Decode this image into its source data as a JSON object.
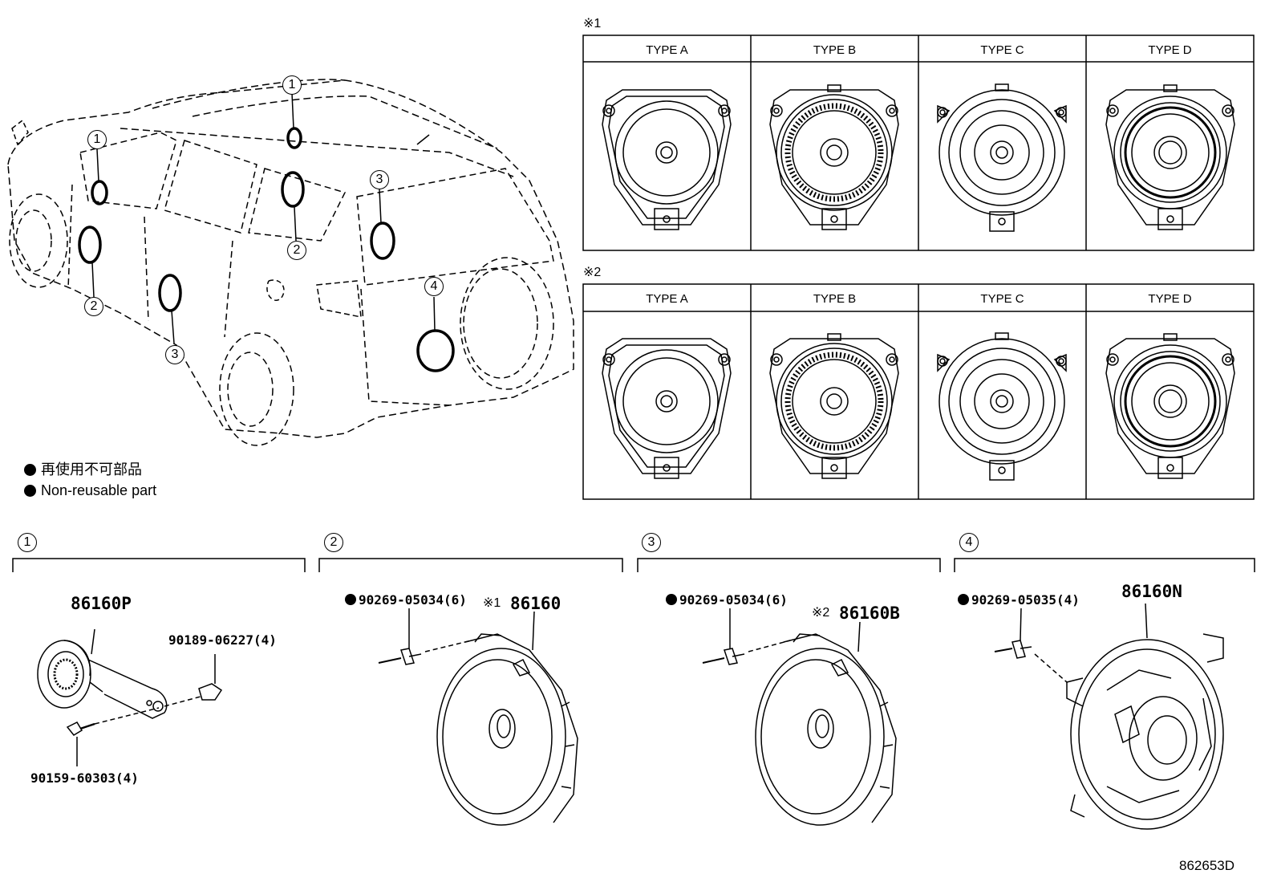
{
  "type_table_1": {
    "marker": "※1",
    "headers": [
      "TYPE A",
      "TYPE B",
      "TYPE C",
      "TYPE D"
    ]
  },
  "type_table_2": {
    "marker": "※2",
    "headers": [
      "TYPE A",
      "TYPE B",
      "TYPE C",
      "TYPE D"
    ]
  },
  "legend": {
    "line_jp": "再使用不可部品",
    "line_en": "Non-reusable part"
  },
  "vehicle_callouts": [
    "1",
    "2",
    "3",
    "4"
  ],
  "sections": [
    {
      "num": "1",
      "main_part": "86160P",
      "parts": [
        "90189-06227(4)",
        "90159-60303(4)"
      ]
    },
    {
      "num": "2",
      "marker": "※1",
      "main_part": "86160",
      "parts": [
        "90269-05034(6)"
      ]
    },
    {
      "num": "3",
      "marker": "※2",
      "main_part": "86160B",
      "parts": [
        "90269-05034(6)"
      ]
    },
    {
      "num": "4",
      "main_part": "86160N",
      "parts": [
        "90269-05035(4)"
      ]
    }
  ],
  "diagram_id": "862653D"
}
